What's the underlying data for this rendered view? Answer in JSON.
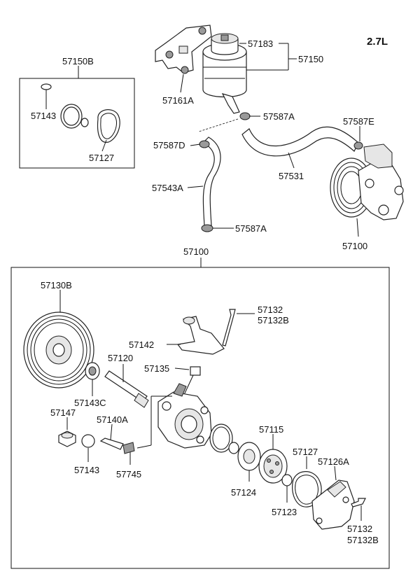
{
  "engine": "2.7L",
  "labels": {
    "l57150B": "57150B",
    "l57143_top": "57143",
    "l57127_top": "57127",
    "l57183": "57183",
    "l57150": "57150",
    "l57161A": "57161A",
    "l57587A_top": "57587A",
    "l57587E": "57587E",
    "l57587D": "57587D",
    "l57531": "57531",
    "l57543A": "57543A",
    "l57587A_bot": "57587A",
    "l57100_pump": "57100",
    "l57100_box": "57100",
    "l57130B": "57130B",
    "l57132_top": "57132",
    "l57132B_top": "57132B",
    "l57142": "57142",
    "l57120": "57120",
    "l57135": "57135",
    "l57143C": "57143C",
    "l57147": "57147",
    "l57140A": "57140A",
    "l57143_bot": "57143",
    "l57745": "57745",
    "l57115": "57115",
    "l57127_bot": "57127",
    "l57126A": "57126A",
    "l57124": "57124",
    "l57123": "57123",
    "l57132_bot": "57132",
    "l57132B_bot": "57132B"
  }
}
